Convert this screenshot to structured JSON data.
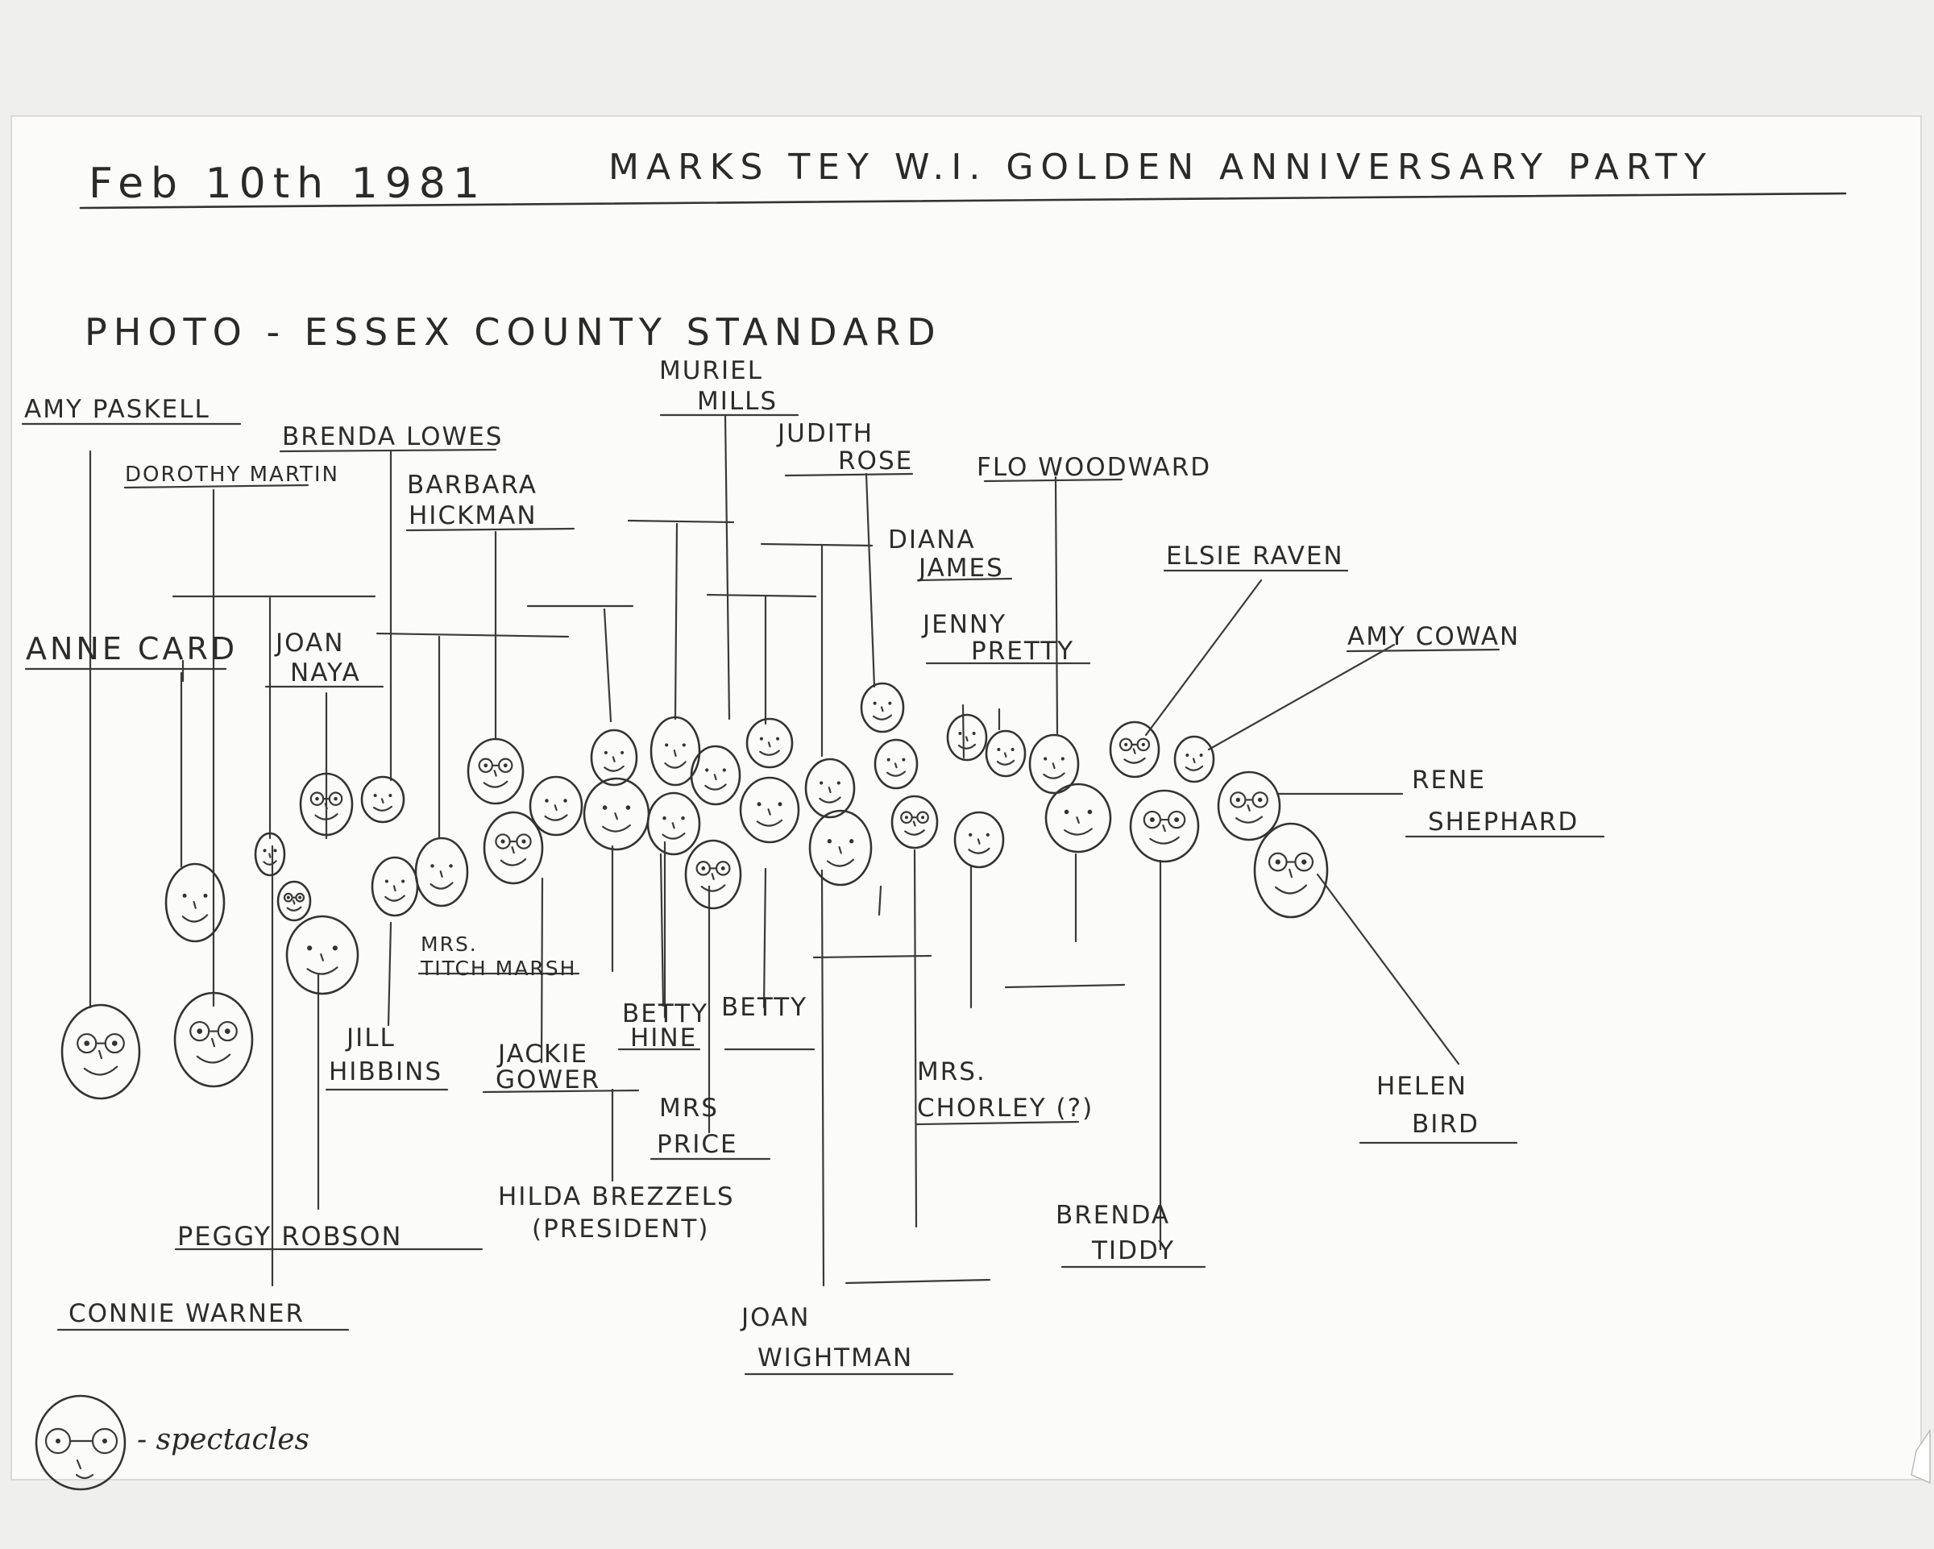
{
  "header": {
    "date": "Feb 10th 1981",
    "event": "MARKS TEY W.I. GOLDEN ANNIVERSARY PARTY",
    "photo_credit": "PHOTO - ESSEX COUNTY STANDARD"
  },
  "people": [
    {
      "id": "amy-paskell",
      "lines": [
        "AMY PASKELL"
      ]
    },
    {
      "id": "brenda-lowes",
      "lines": [
        "BRENDA LOWES"
      ]
    },
    {
      "id": "dorothy-martin",
      "lines": [
        "DOROTHY MARTIN"
      ]
    },
    {
      "id": "barbara-hickman",
      "lines": [
        "BARBARA",
        "HICKMAN"
      ]
    },
    {
      "id": "muriel-mills",
      "lines": [
        "MURIEL",
        "MILLS"
      ]
    },
    {
      "id": "judith-rose",
      "lines": [
        "JUDITH",
        "ROSE"
      ]
    },
    {
      "id": "flo-woodward",
      "lines": [
        "FLO WOODWARD"
      ]
    },
    {
      "id": "diana-james",
      "lines": [
        "DIANA",
        "JAMES"
      ]
    },
    {
      "id": "elsie-raven",
      "lines": [
        "ELSIE RAVEN"
      ]
    },
    {
      "id": "anne-card",
      "lines": [
        "ANNE CARD"
      ]
    },
    {
      "id": "joan-naya",
      "lines": [
        "JOAN",
        "NAYA"
      ]
    },
    {
      "id": "jenny-pretty",
      "lines": [
        "JENNY",
        "PRETTY"
      ]
    },
    {
      "id": "amy-cowan",
      "lines": [
        "AMY COWAN"
      ]
    },
    {
      "id": "rene-shephard",
      "lines": [
        "RENE",
        "SHEPHARD"
      ]
    },
    {
      "id": "mrs-titchmarsh",
      "lines": [
        "MRS.",
        "TITCH MARSH"
      ]
    },
    {
      "id": "jill-hibbins",
      "lines": [
        "JILL",
        "HIBBINS"
      ]
    },
    {
      "id": "jackie-gower",
      "lines": [
        "JACKIE",
        "GOWER"
      ]
    },
    {
      "id": "betty-hine",
      "lines": [
        "BETTY",
        "HINE"
      ]
    },
    {
      "id": "betty",
      "lines": [
        "BETTY"
      ]
    },
    {
      "id": "mrs-price",
      "lines": [
        "MRS",
        "PRICE"
      ]
    },
    {
      "id": "mrs-chorley",
      "lines": [
        "MRS.",
        "CHORLEY (?)"
      ]
    },
    {
      "id": "helen-bird",
      "lines": [
        "HELEN",
        "BIRD"
      ]
    },
    {
      "id": "hilda-brezzels",
      "lines": [
        "HILDA BREZZELS",
        "(PRESIDENT)"
      ]
    },
    {
      "id": "peggy-robson",
      "lines": [
        "PEGGY ROBSON"
      ]
    },
    {
      "id": "brenda-tiddy",
      "lines": [
        "BRENDA",
        "TIDDY"
      ]
    },
    {
      "id": "connie-warner",
      "lines": [
        "CONNIE WARNER"
      ]
    },
    {
      "id": "joan-wightman",
      "lines": [
        "JOAN",
        "WIGHTMAN"
      ]
    }
  ],
  "legend": {
    "label": "- spectacles",
    "icon": "face-with-spectacles-icon"
  }
}
